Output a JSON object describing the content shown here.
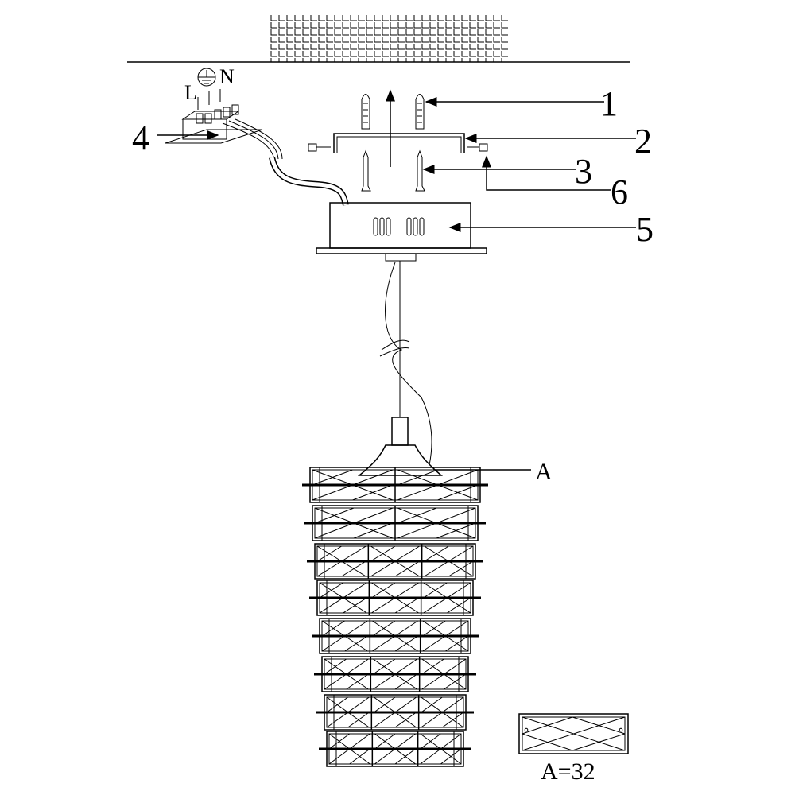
{
  "labels": {
    "part1": "1",
    "part2": "2",
    "part3": "3",
    "part4": "4",
    "part5": "5",
    "part6": "6",
    "live": "L",
    "neutral": "N",
    "crystal": "A",
    "crystal_count": "A=32"
  },
  "icons": {
    "ground": "ground-symbol-icon"
  },
  "colors": {
    "line": "#000000",
    "background": "#ffffff"
  }
}
